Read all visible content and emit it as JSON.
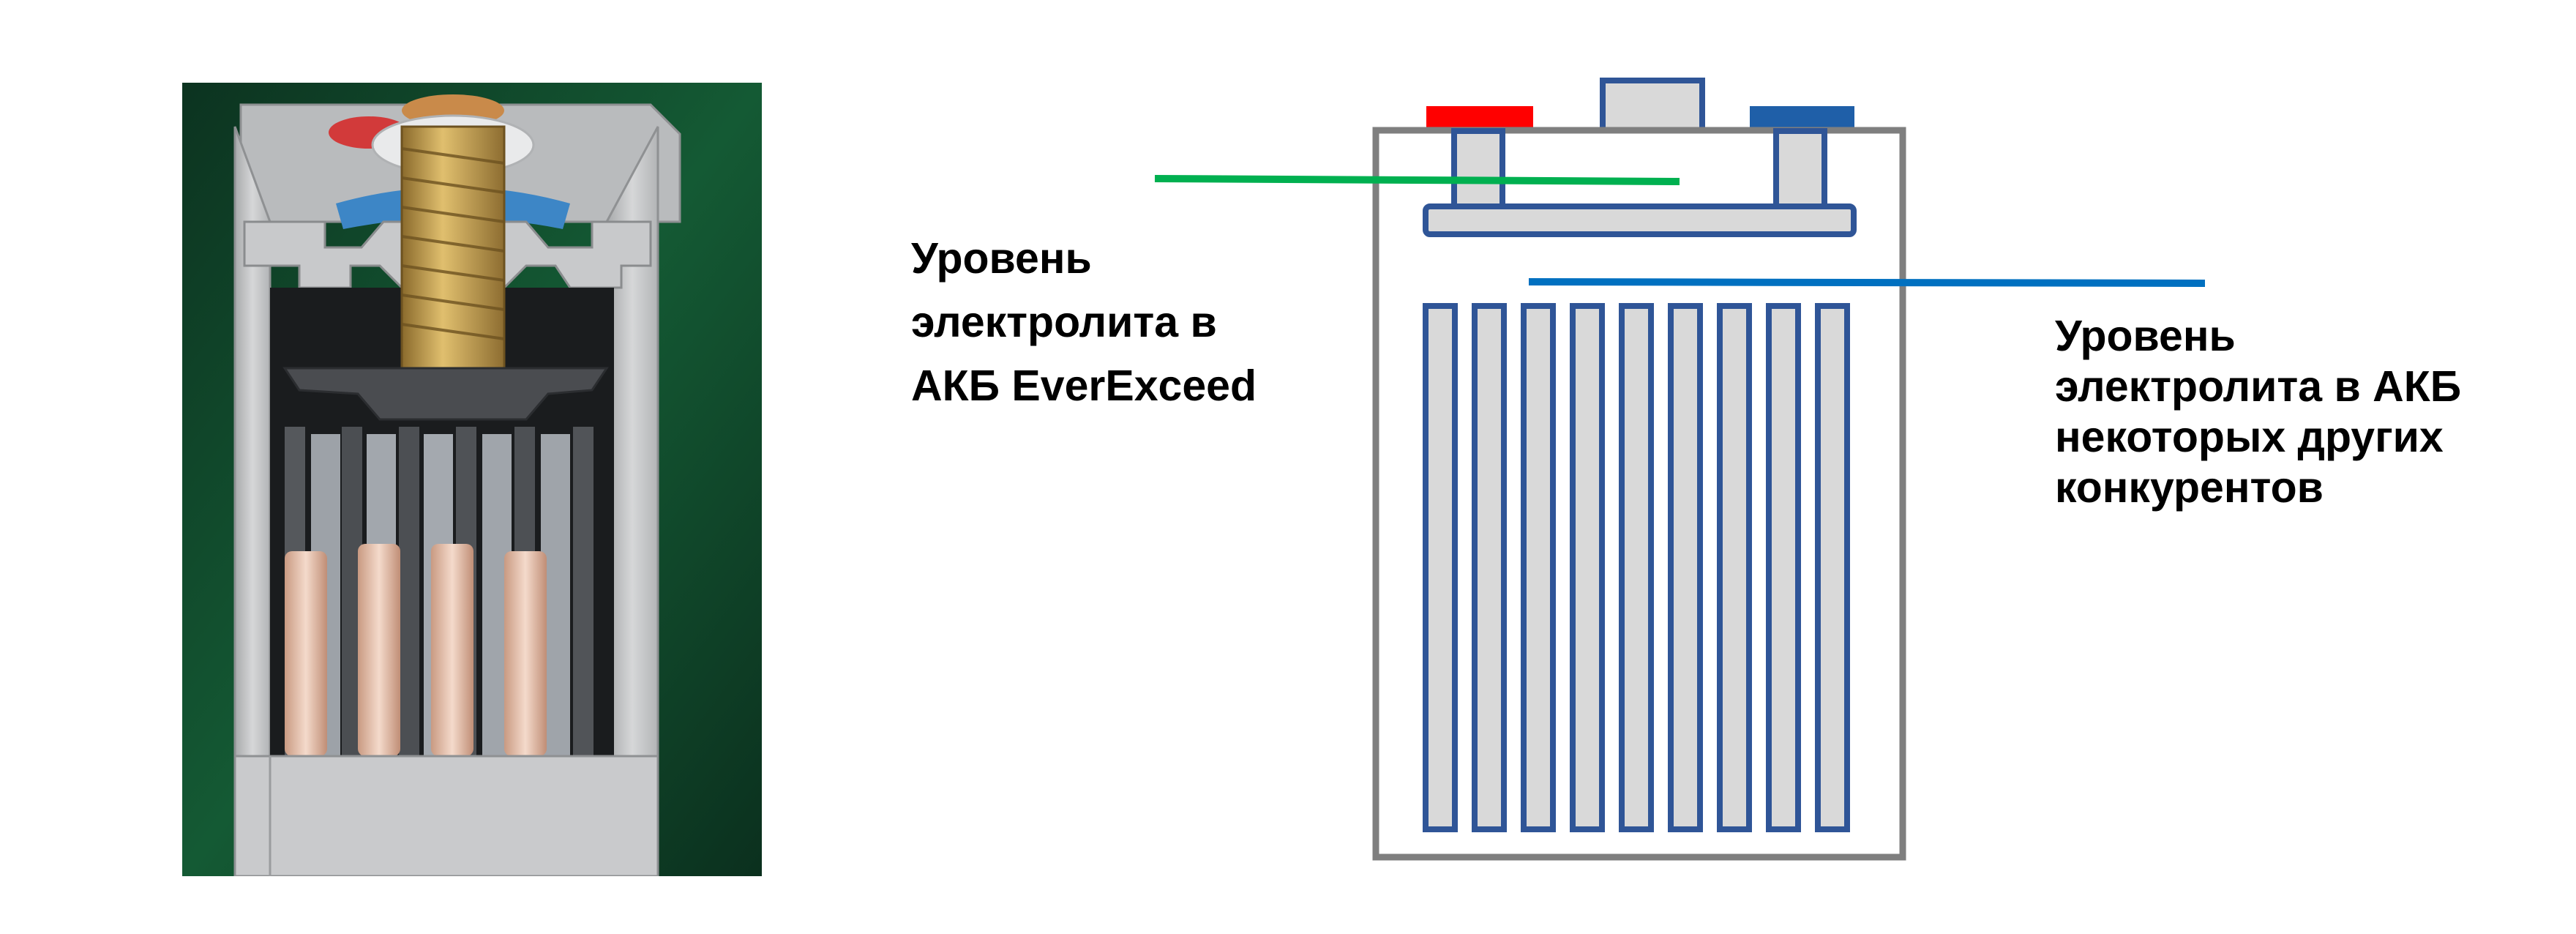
{
  "labels": {
    "everexceed_level": "Уровень\nэлектролита в\nАКБ EverExceed",
    "competitors_level": "Уровень\nэлектролита в АКБ\nнекоторых других\nконкурентов"
  },
  "colors": {
    "everexceed_level_line": "#00b050",
    "competitors_level_line": "#0070c0",
    "positive_terminal": "#ff0000",
    "negative_terminal": "#1f5fa8",
    "plate_outline": "#2f5597",
    "plate_fill": "#d9d9d9",
    "case_outline": "#7f7f7f",
    "photo_background": "#0f3a22"
  },
  "icons": {
    "photo": "battery-cutaway-photo",
    "diagram": "battery-cross-section-diagram"
  }
}
